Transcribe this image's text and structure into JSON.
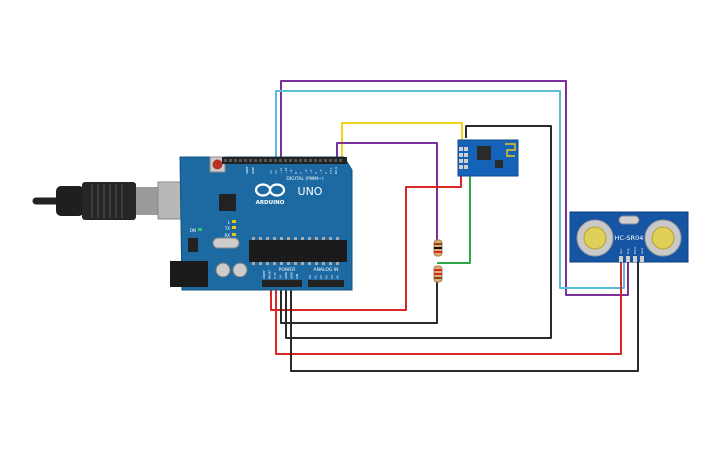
{
  "arduino": {
    "brand": "ARDUINO",
    "model": "UNO",
    "digital_label": "DIGITAL (PWM~)",
    "power_label": "POWER",
    "analog_label": "ANALOG IN",
    "tx_label": "TX",
    "rx_label": "RX",
    "l_label": "L",
    "on_label": "ON",
    "aref_label": "AREF",
    "gnd_label": "GND",
    "power_pins": [
      "IOREF",
      "RESET",
      "3.3V",
      "5V",
      "GND",
      "GND",
      "VIN"
    ],
    "analog_pins": [
      "A0",
      "A1",
      "A2",
      "A3",
      "A4",
      "A5"
    ],
    "digital_pins": [
      "13",
      "12",
      "~11",
      "~10",
      "~9",
      "8",
      "7",
      "~6",
      "~5",
      "4",
      "~3",
      "2",
      "TX 1",
      "RX 0"
    ]
  },
  "ultrasonic": {
    "label": "HC-SR04",
    "pins": [
      "Vcc",
      "Trig",
      "Echo",
      "Gnd"
    ]
  },
  "wire_colors": {
    "red": "#d92626",
    "black": "#2a2a2a",
    "purple": "#7b2f9a",
    "light_blue": "#5bbcd8",
    "yellow": "#f2d21b",
    "green": "#2aa84a"
  }
}
